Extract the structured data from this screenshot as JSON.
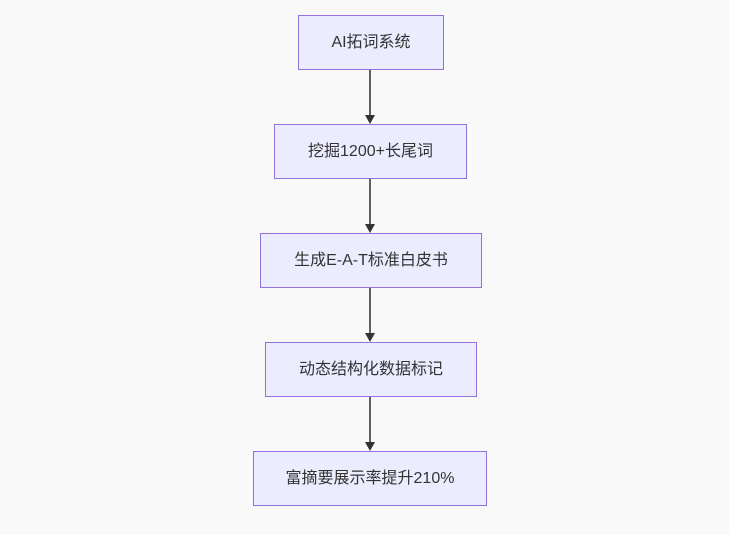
{
  "diagram": {
    "type": "flowchart",
    "direction": "top-down",
    "nodes": [
      {
        "label": "AI拓词系统"
      },
      {
        "label": "挖掘1200+长尾词"
      },
      {
        "label": "生成E-A-T标准白皮书"
      },
      {
        "label": "动态结构化数据标记"
      },
      {
        "label": "富摘要展示率提升210%"
      }
    ],
    "edges": [
      {
        "from": 0,
        "to": 1,
        "arrow": "down"
      },
      {
        "from": 1,
        "to": 2,
        "arrow": "down"
      },
      {
        "from": 2,
        "to": 3,
        "arrow": "down"
      },
      {
        "from": 3,
        "to": 4,
        "arrow": "down"
      }
    ],
    "colors": {
      "node_fill": "#ECECFF",
      "node_border": "#9370DB",
      "edge_line": "#5f5f5f",
      "arrowhead": "#333333",
      "text": "#333333",
      "background": "#f9f9f9"
    }
  }
}
